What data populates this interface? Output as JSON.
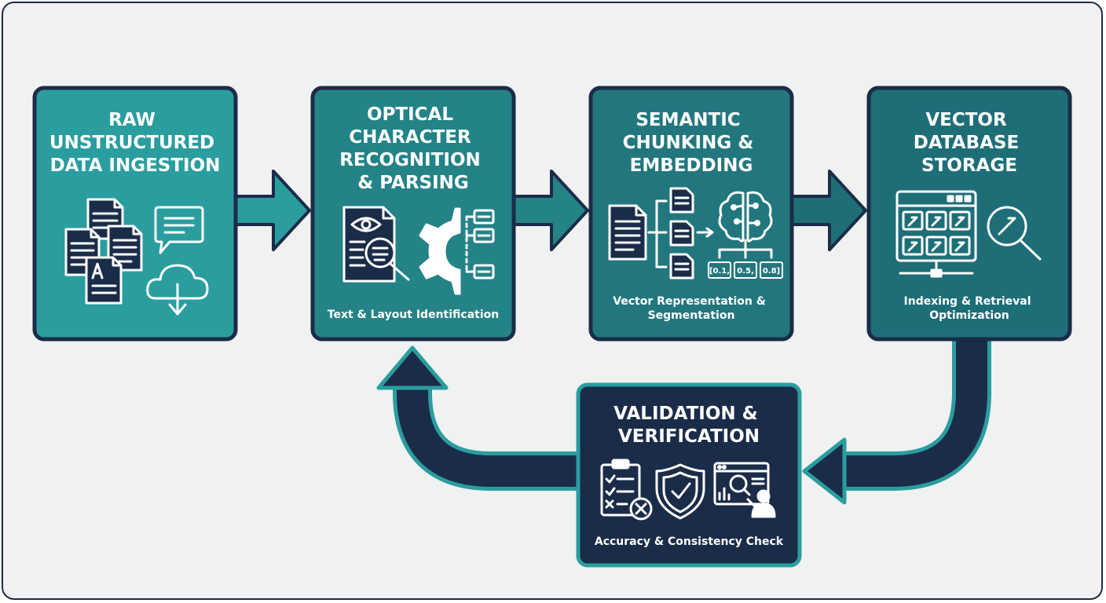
{
  "stages": [
    {
      "title_lines": [
        "RAW",
        "UNSTRUCTURED",
        "DATA INGESTION"
      ],
      "subtitle_lines": []
    },
    {
      "title_lines": [
        "OPTICAL",
        "CHARACTER",
        "RECOGNITION",
        "& PARSING"
      ],
      "subtitle_lines": [
        "Text & Layout Identification"
      ]
    },
    {
      "title_lines": [
        "SEMANTIC",
        "CHUNKING &",
        "EMBEDDING"
      ],
      "subtitle_lines": [
        "Vector Representation &",
        "Segmentation"
      ],
      "vector_labels": [
        "[0.1,",
        "0.5,",
        "0.8]"
      ]
    },
    {
      "title_lines": [
        "VECTOR",
        "DATABASE",
        "STORAGE"
      ],
      "subtitle_lines": [
        "Indexing & Retrieval",
        "Optimization"
      ]
    },
    {
      "title_lines": [
        "VALIDATION &",
        "VERIFICATION"
      ],
      "subtitle_lines": [
        "Accuracy & Consistency Check"
      ]
    }
  ],
  "icons": {
    "stage1": [
      "documents-icon",
      "chat-bubble-icon",
      "cloud-download-icon"
    ],
    "stage2": [
      "document-eye-magnifier-icon",
      "gear-structure-icon"
    ],
    "stage3": [
      "document-split-icon",
      "brain-icon"
    ],
    "stage4": [
      "database-grid-icon",
      "magnifier-icon"
    ],
    "stage5": [
      "checklist-icon",
      "shield-check-icon",
      "analytics-person-icon"
    ]
  },
  "colors": {
    "teal_light": "#2a9d9f",
    "teal_mid": "#238387",
    "teal_dark": "#1e6e78",
    "navy": "#1b2c48",
    "background": "#f0f1f1"
  }
}
